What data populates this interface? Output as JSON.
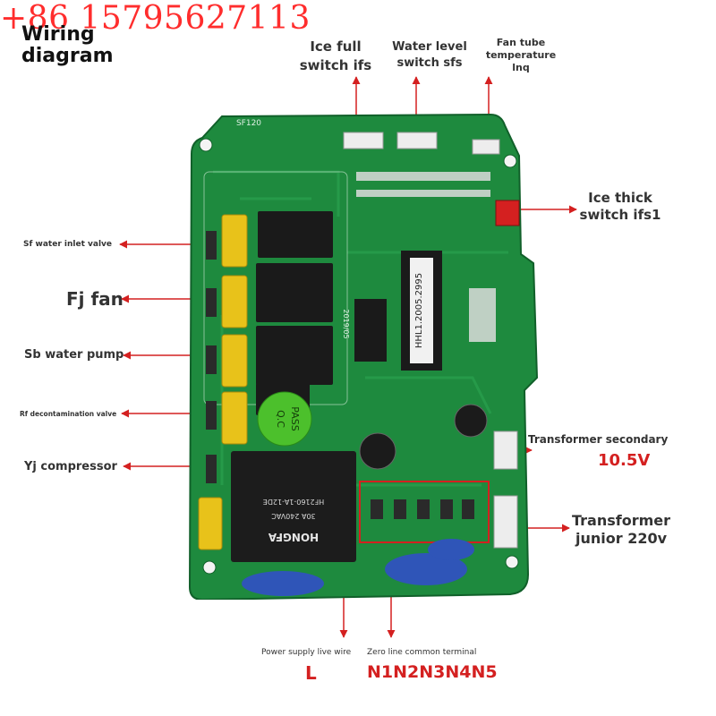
{
  "header": {
    "phone": "+86 15795627113",
    "title": "Wiring diagram"
  },
  "labels": {
    "ice_full_switch": "Ice full switch ifs",
    "water_level_switch": "Water level switch sfs",
    "fan_tube_temperature": "Fan tube temperature lnq",
    "ice_thick_switch": "Ice thick switch ifs1",
    "sf_water_inlet_valve": "Sf water inlet valve",
    "fj_fan": "Fj fan",
    "sb_water_pump": "Sb water pump",
    "rf_decontamination_valve": "Rf decontamination valve",
    "yj_compressor": "Yj compressor",
    "transformer_secondary": "Transformer secondary",
    "transformer_secondary_value": "10.5V",
    "transformer_junior": "Transformer junior 220v",
    "power_supply_live_wire": "Power supply live wire",
    "power_supply_live_wire_symbol": "L",
    "zero_line_common_terminal": "Zero line common terminal",
    "zero_line_symbol": "N1N2N3N4N5"
  },
  "board_markings": {
    "chip": "HHL1.2005.2995",
    "qc_line1": "Q.C",
    "qc_line2": "PASS",
    "relay_brand": "HONGFA",
    "relay_model": "HF2160-1A-12DE",
    "relay_rating": "30A 240VAC",
    "date": "2019/05",
    "silk_top": "SF120"
  },
  "colors": {
    "pcb_green": "#1e8a3e",
    "pcb_dark": "#166e31",
    "accent_red": "#d42020",
    "relay_black": "#1a1a1a",
    "capacitor_yellow": "#e8c21a",
    "capacitor_blue": "#2f55b8",
    "qc_sticker": "#4cc02c"
  }
}
